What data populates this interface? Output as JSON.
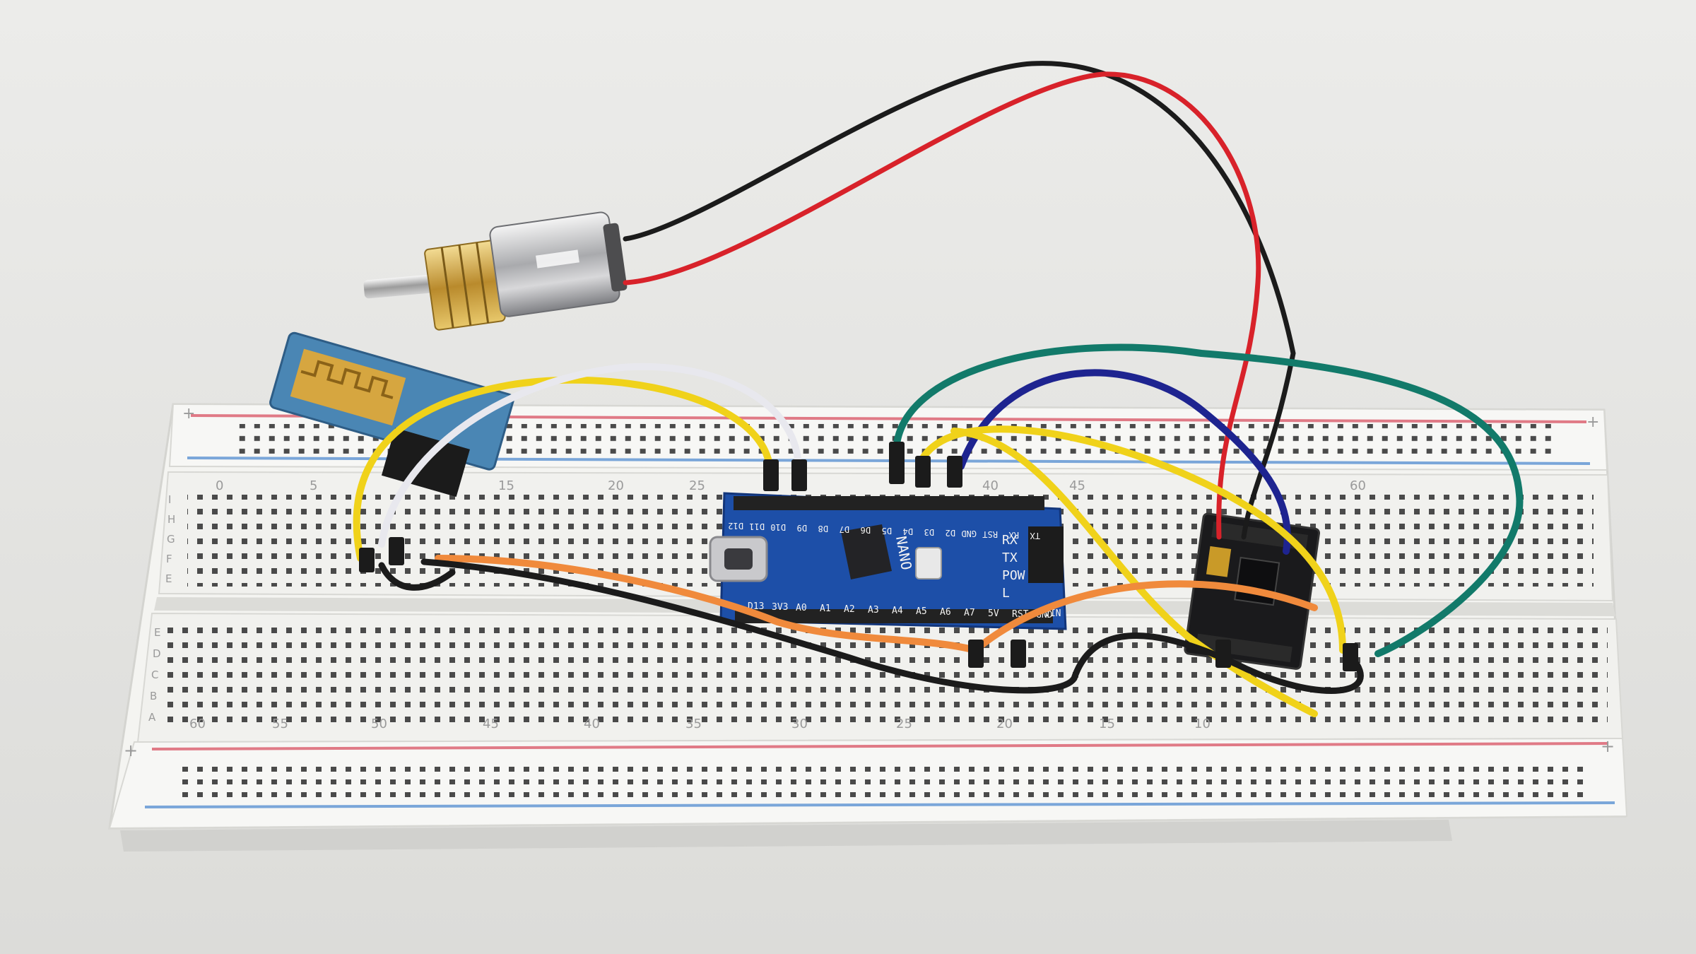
{
  "colors": {
    "table": "#e6e6e4",
    "breadboard": "#f4f4f1",
    "rail_red": "#e07a86",
    "rail_blue": "#7aa6d9",
    "pcb_blue": "#1d4fa8",
    "wire_yellow": "#f0d21a",
    "wire_white": "#e8e8ee",
    "wire_teal": "#127a6a",
    "wire_navy": "#1e2490",
    "wire_red": "#d8222a",
    "wire_black": "#1b1b1b",
    "wire_orange": "#f08a3c"
  },
  "breadboard": {
    "top_numbers": [
      "0",
      "5",
      "15",
      "20",
      "25",
      "40",
      "45",
      "60"
    ],
    "bottom_numbers": [
      "60",
      "55",
      "50",
      "45",
      "40",
      "35",
      "30",
      "25",
      "20",
      "15",
      "10"
    ],
    "row_letters_top": [
      "I",
      "H",
      "G",
      "F",
      "E"
    ],
    "row_letters_bottom": [
      "E",
      "D",
      "C",
      "B",
      "A"
    ],
    "plus": "+"
  },
  "nano": {
    "top_pins": [
      "D12",
      "D11",
      "D10",
      "D9",
      "D8",
      "D7",
      "D6",
      "D5",
      "D4",
      "D3",
      "D2",
      "GND",
      "RST",
      "RX",
      "TX"
    ],
    "bottom_pins": [
      "D13",
      "3V3",
      "A0",
      "A1",
      "A2",
      "A3",
      "A4",
      "A5",
      "A6",
      "A7",
      "5V",
      "RST",
      "GND",
      "VIN"
    ],
    "board_name": "NANO",
    "leds": [
      "RX",
      "TX",
      "POW",
      "L"
    ]
  }
}
